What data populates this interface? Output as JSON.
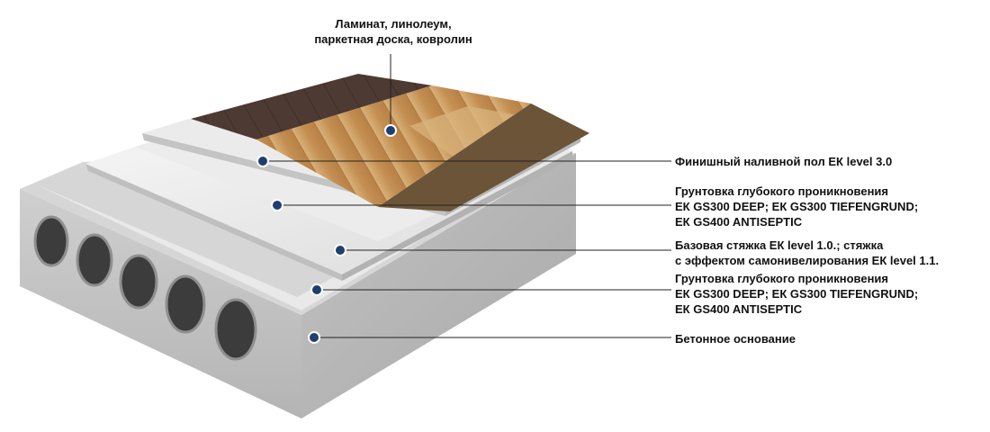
{
  "diagram": {
    "top_label": {
      "line1": "Ламинат, линолеум,",
      "line2": "паркетная доска, ковролин"
    },
    "layers": [
      {
        "id": "finish",
        "lines": [
          "Финишный наливной пол ЕК level 3.0"
        ]
      },
      {
        "id": "primer-1",
        "lines": [
          "Грунтовка глубокого проникновения",
          "ЕК GS300 DEEP; ЕК GS300 TIEFENGRUND;",
          "ЕК GS400 ANTISEPTIC"
        ]
      },
      {
        "id": "screed",
        "lines": [
          "Базовая стяжка ЕК level 1.0.; стяжка",
          "с эффектом самонивелирования ЕК level 1.1."
        ]
      },
      {
        "id": "primer-2",
        "lines": [
          "Грунтовка глубокого проникновения",
          "ЕК GS300 DEEP; ЕК GS300 TIEFENGRUND;",
          "ЕК GS400 ANTISEPTIC"
        ]
      },
      {
        "id": "base",
        "lines": [
          "Бетонное основание"
        ]
      }
    ],
    "colors": {
      "marker": "#1f3f6e",
      "leader": "#222222",
      "concrete": "#c9c9c9",
      "screed": "#e6e6e6",
      "wood_light": "#c99a5c",
      "wood_dark": "#4a3830",
      "carpet": "#6b5438"
    }
  }
}
